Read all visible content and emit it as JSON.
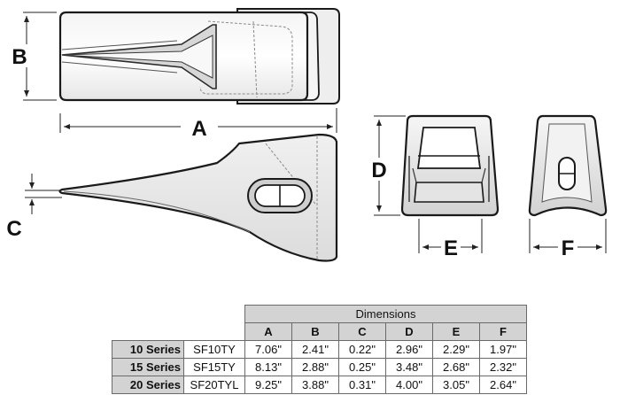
{
  "dimension_labels": {
    "a": "A",
    "b": "B",
    "c": "C",
    "d": "D",
    "e": "E",
    "f": "F"
  },
  "table": {
    "title": "Dimensions",
    "columns": [
      "A",
      "B",
      "C",
      "D",
      "E",
      "F"
    ],
    "rows": [
      {
        "series": "10 Series",
        "part": "SF10TY",
        "values": [
          "7.06\"",
          "2.41\"",
          "0.22\"",
          "2.96\"",
          "2.29\"",
          "1.97\""
        ]
      },
      {
        "series": "15 Series",
        "part": "SF15TY",
        "values": [
          "8.13\"",
          "2.88\"",
          "0.25\"",
          "3.48\"",
          "2.68\"",
          "2.32\""
        ]
      },
      {
        "series": "20 Series",
        "part": "SF20TYL",
        "values": [
          "9.25\"",
          "3.88\"",
          "0.31\"",
          "4.00\"",
          "3.05\"",
          "2.64\""
        ]
      }
    ]
  }
}
